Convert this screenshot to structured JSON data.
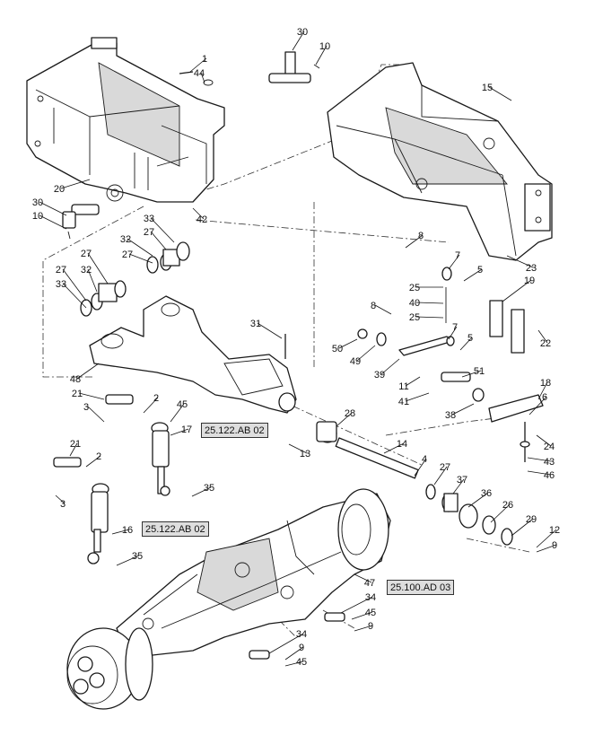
{
  "callouts": [
    {
      "id": "c1",
      "label": "1"
    },
    {
      "id": "c44a",
      "label": "44"
    },
    {
      "id": "c30a",
      "label": "30"
    },
    {
      "id": "c10a",
      "label": "10"
    },
    {
      "id": "c15",
      "label": "15"
    },
    {
      "id": "c20",
      "label": "20"
    },
    {
      "id": "c30b",
      "label": "30"
    },
    {
      "id": "c10b",
      "label": "10"
    },
    {
      "id": "c42",
      "label": "42"
    },
    {
      "id": "c33a",
      "label": "33"
    },
    {
      "id": "c32a",
      "label": "32"
    },
    {
      "id": "c27a",
      "label": "27"
    },
    {
      "id": "c27b",
      "label": "27"
    },
    {
      "id": "c27c",
      "label": "27"
    },
    {
      "id": "c27d",
      "label": "27"
    },
    {
      "id": "c32b",
      "label": "32"
    },
    {
      "id": "c33b",
      "label": "33"
    },
    {
      "id": "c8a",
      "label": "8"
    },
    {
      "id": "c7a",
      "label": "7"
    },
    {
      "id": "c5a",
      "label": "5"
    },
    {
      "id": "c23",
      "label": "23"
    },
    {
      "id": "c25a",
      "label": "25"
    },
    {
      "id": "c40",
      "label": "40"
    },
    {
      "id": "c19",
      "label": "19"
    },
    {
      "id": "c8b",
      "label": "8"
    },
    {
      "id": "c25b",
      "label": "25"
    },
    {
      "id": "c7b",
      "label": "7"
    },
    {
      "id": "c5b",
      "label": "5"
    },
    {
      "id": "c31",
      "label": "31"
    },
    {
      "id": "c50",
      "label": "50"
    },
    {
      "id": "c49",
      "label": "49"
    },
    {
      "id": "c39",
      "label": "39"
    },
    {
      "id": "c22",
      "label": "22"
    },
    {
      "id": "c48",
      "label": "48"
    },
    {
      "id": "c51",
      "label": "51"
    },
    {
      "id": "c11",
      "label": "11"
    },
    {
      "id": "c41",
      "label": "41"
    },
    {
      "id": "c18",
      "label": "18"
    },
    {
      "id": "c6",
      "label": "6"
    },
    {
      "id": "c38",
      "label": "38"
    },
    {
      "id": "c21a",
      "label": "21"
    },
    {
      "id": "c2a",
      "label": "2"
    },
    {
      "id": "c45a",
      "label": "45"
    },
    {
      "id": "c3a",
      "label": "3"
    },
    {
      "id": "c17",
      "label": "17"
    },
    {
      "id": "c28",
      "label": "28"
    },
    {
      "id": "c13",
      "label": "13"
    },
    {
      "id": "c14",
      "label": "14"
    },
    {
      "id": "c24",
      "label": "24"
    },
    {
      "id": "c43",
      "label": "43"
    },
    {
      "id": "c46",
      "label": "46"
    },
    {
      "id": "c21b",
      "label": "21"
    },
    {
      "id": "c2b",
      "label": "2"
    },
    {
      "id": "c4",
      "label": "4"
    },
    {
      "id": "c27e",
      "label": "27"
    },
    {
      "id": "c37",
      "label": "37"
    },
    {
      "id": "c35a",
      "label": "35"
    },
    {
      "id": "c36",
      "label": "36"
    },
    {
      "id": "c26",
      "label": "26"
    },
    {
      "id": "c3b",
      "label": "3"
    },
    {
      "id": "c29",
      "label": "29"
    },
    {
      "id": "c16",
      "label": "16"
    },
    {
      "id": "c12",
      "label": "12"
    },
    {
      "id": "c9a",
      "label": "9"
    },
    {
      "id": "c35b",
      "label": "35"
    },
    {
      "id": "c47",
      "label": "47"
    },
    {
      "id": "c34a",
      "label": "34"
    },
    {
      "id": "c45b",
      "label": "45"
    },
    {
      "id": "c9b",
      "label": "9"
    },
    {
      "id": "c34b",
      "label": "34"
    },
    {
      "id": "c9c",
      "label": "9"
    },
    {
      "id": "c45c",
      "label": "45"
    }
  ],
  "references": {
    "ref_17": "25.122.AB 02",
    "ref_16": "25.122.AB 02",
    "ref_47": "25.100.AD 03"
  },
  "colors": {
    "line": "#1a1a1a",
    "ref_box_fill": "#dedede"
  }
}
